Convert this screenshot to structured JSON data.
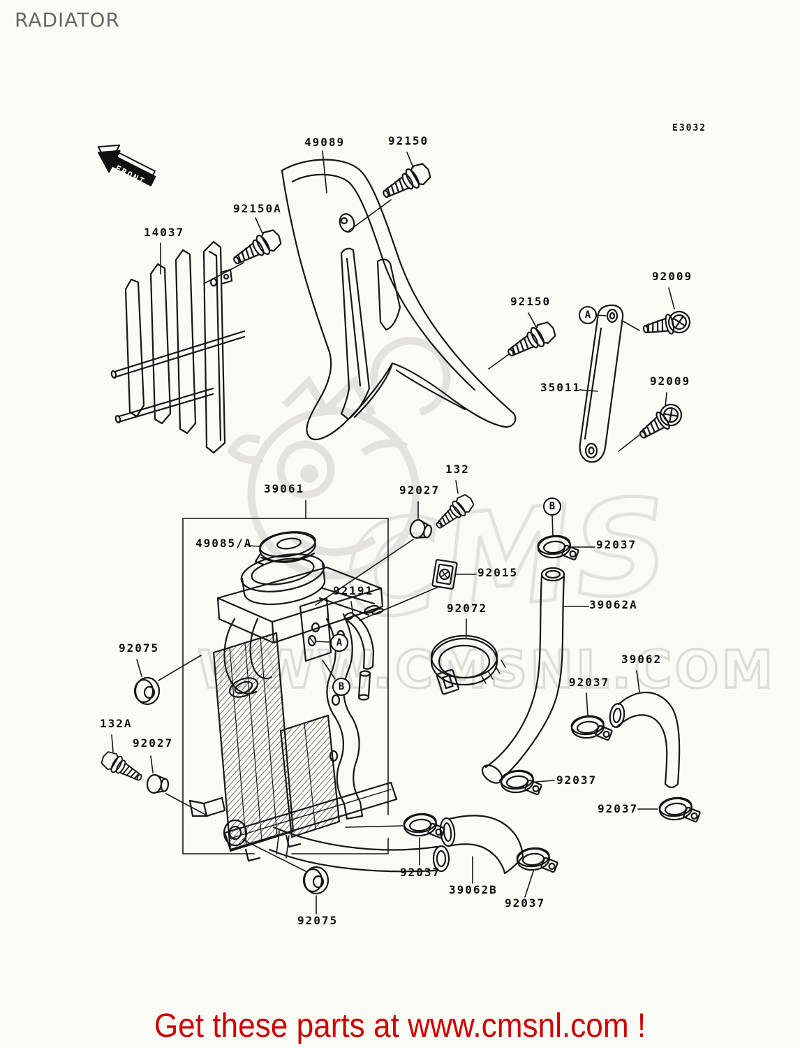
{
  "page": {
    "title": "RADIATOR",
    "diagram_code": "E3032"
  },
  "front_arrow": {
    "label": "FRONT"
  },
  "watermark": {
    "logo_text": "CMS",
    "url_text": "WWW.CMSNL.COM"
  },
  "banner": {
    "text": "Get these parts at www.cmsnl.com !"
  },
  "colors": {
    "line": "#161616",
    "banner_red": "#cc0000",
    "title_gray": "#676767",
    "watermark_gray": "#e3e2de"
  },
  "part_labels": [
    {
      "text": "49089"
    },
    {
      "text": "92150"
    },
    {
      "text": "92150A"
    },
    {
      "text": "14037"
    },
    {
      "text": "92150"
    },
    {
      "text": "92009"
    },
    {
      "text": "35011"
    },
    {
      "text": "92009"
    },
    {
      "text": "39061"
    },
    {
      "text": "92027"
    },
    {
      "text": "132"
    },
    {
      "text": "49085/A"
    },
    {
      "text": "92015"
    },
    {
      "text": "92191"
    },
    {
      "text": "92072"
    },
    {
      "text": "92037"
    },
    {
      "text": "39062A"
    },
    {
      "text": "92075"
    },
    {
      "text": "39062"
    },
    {
      "text": "92037"
    },
    {
      "text": "132A"
    },
    {
      "text": "92027"
    },
    {
      "text": "92037"
    },
    {
      "text": "92037"
    },
    {
      "text": "92037"
    },
    {
      "text": "39062B"
    },
    {
      "text": "92037"
    },
    {
      "text": "92075"
    }
  ],
  "callouts": [
    {
      "letter": "A"
    },
    {
      "letter": "A"
    },
    {
      "letter": "B"
    },
    {
      "letter": "B"
    }
  ]
}
